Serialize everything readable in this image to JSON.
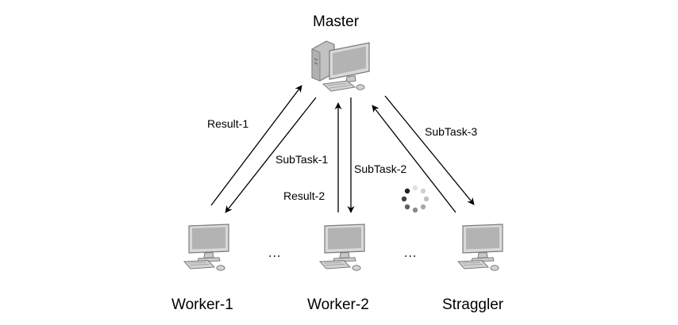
{
  "nodes": {
    "master": {
      "label": "Master"
    },
    "worker1": {
      "label": "Worker-1"
    },
    "worker2": {
      "label": "Worker-2"
    },
    "straggler": {
      "label": "Straggler"
    }
  },
  "edges": {
    "result1": {
      "label": "Result-1"
    },
    "subtask1": {
      "label": "SubTask-1"
    },
    "result2": {
      "label": "Result-2"
    },
    "subtask2": {
      "label": "SubTask-2"
    },
    "subtask3": {
      "label": "SubTask-3"
    }
  },
  "ellipsis": "...",
  "icons": {
    "master": "desktop-tower-computer-icon",
    "worker": "desktop-computer-icon",
    "pending": "loading-spinner-icon"
  },
  "colors": {
    "line": "#000000",
    "screen": "#b3b3b3",
    "device": "#d6d6d6",
    "outline": "#7a7a7a"
  }
}
